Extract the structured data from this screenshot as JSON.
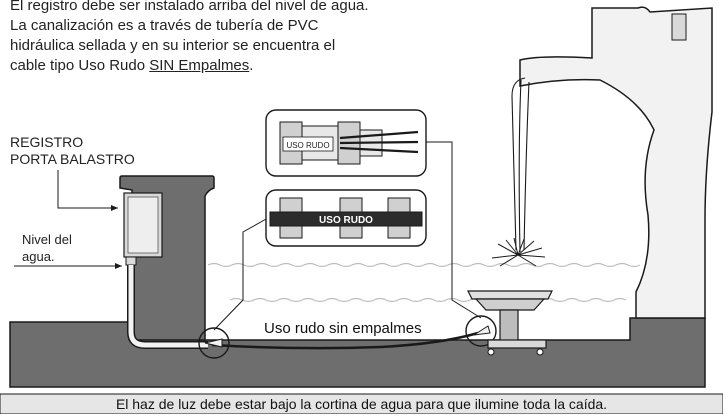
{
  "intro": {
    "line1": "El registro debe ser instalado arriba del nivel de agua.",
    "line2": "La canalización es a través de tubería de PVC",
    "line3": "hidráulica sellada y en su interior se encuentra el",
    "line4_prefix": "cable tipo Uso Rudo ",
    "line4_emphasis": "SIN Empalmes",
    "line4_suffix": "."
  },
  "labels": {
    "registro_line1": "REGISTRO",
    "registro_line2": "PORTA BALASTRO",
    "nivel_line1": "Nivel del",
    "nivel_line2": "agua.",
    "cable": "Uso rudo sin empalmes",
    "inset_top": "USO RUDO",
    "inset_bottom": "USO RUDO"
  },
  "caption": "El haz de luz debe estar bajo la cortina de agua para que ilumine toda la  caída.",
  "colors": {
    "wall": "#6e6e6e",
    "wall_stroke": "#1a1a1a",
    "water_line": "#bdbdbd",
    "pipe": "#f2f2f2",
    "caption_bg": "#e6e6e6",
    "cable_band": "#2c2c2c"
  }
}
